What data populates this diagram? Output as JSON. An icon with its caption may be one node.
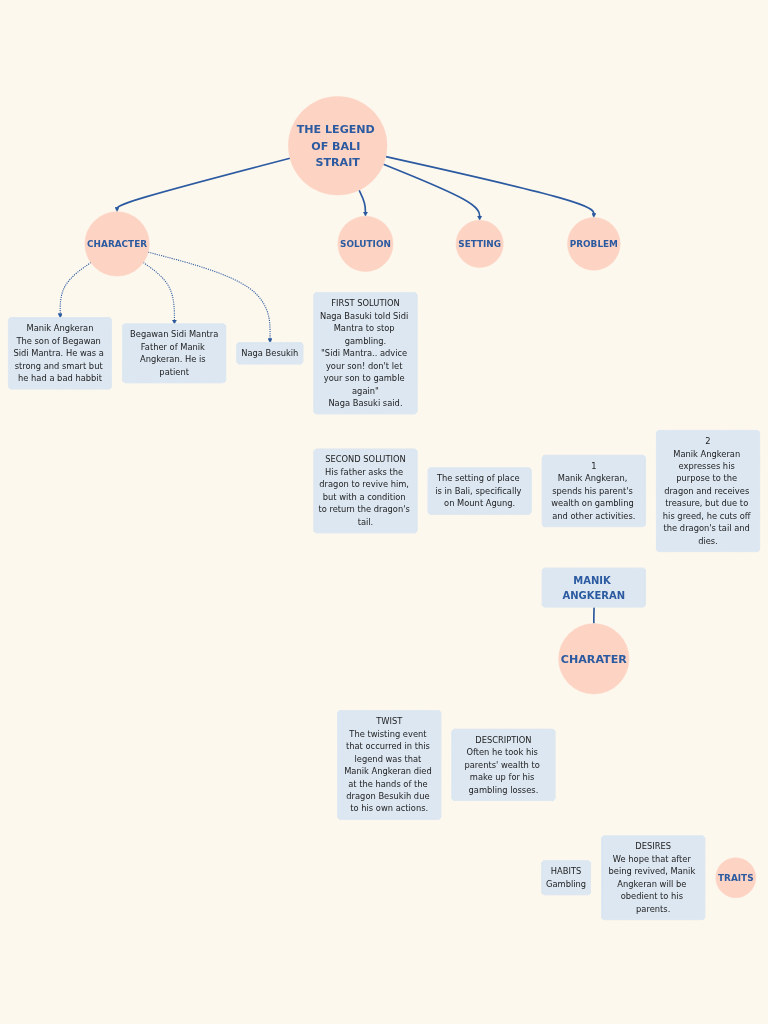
{
  "diagram": {
    "nodes": [
      {
        "text": [
          "THE LEGEND OF BALI STRAIT"
        ]
      },
      {
        "text": [
          "CHARACTER"
        ]
      },
      {
        "text": [
          "SOLUTION"
        ]
      },
      {
        "text": [
          "SETTING"
        ]
      },
      {
        "text": [
          "PROBLEM"
        ]
      },
      {
        "text": [
          "Manik Angkeran",
          "The son of Begawan Sidi Mantra. He was a strong and smart but he had a bad habbit"
        ]
      },
      {
        "text": [
          "Begawan Sidi Mantra",
          "Father of Manik Angkeran. He is patient"
        ]
      },
      {
        "text": [
          "Naga Besukih"
        ]
      },
      {
        "text": [
          "FIRST SOLUTION",
          "Naga Basuki told Sidi Mantra to stop gambling.",
          "\"Sidi Mantra.. advice your son! don't let your son to gamble again\"",
          "Naga Basuki said."
        ]
      },
      {
        "text": [
          "SECOND SOLUTION",
          "His father asks the dragon to revive him, but with a condition to return the dragon's tail."
        ]
      },
      {
        "text": [
          "The setting of place is in Bali, specifically on Mount Agung."
        ]
      },
      {
        "text": [
          "1",
          "Manik Angkeran, spends his parent's wealth on gambling and other activities."
        ]
      },
      {
        "text": [
          "2",
          "Manik Angkeran expresses his purpose to the dragon and receives treasure, but due to his greed, he cuts off the dragon's tail and dies."
        ]
      },
      {
        "text": [
          "MANIK ANGKERAN"
        ]
      },
      {
        "text": [
          "CHARATER"
        ]
      },
      {
        "text": [
          "TWIST",
          "The twisting event that occurred in this legend was that Manik Angkeran died at the hands of the dragon Besukih due to his own actions."
        ]
      },
      {
        "text": [
          "DESCRIPTION",
          "Often he took his parents' wealth to make up for his gambling losses."
        ]
      },
      {
        "text": [
          "HABITS",
          "Gambling"
        ]
      },
      {
        "text": [
          "DESIRES",
          "We hope that after being revived, Manik Angkeran will be obedient to his parents."
        ]
      },
      {
        "text": [
          "TRAITS"
        ]
      }
    ],
    "edges": [
      {
        "from": 0,
        "to": 1,
        "arrow": "to"
      },
      {
        "from": 0,
        "to": 2,
        "arrow": "to"
      },
      {
        "from": 0,
        "to": 3,
        "arrow": "to"
      },
      {
        "from": 0,
        "to": 4,
        "arrow": "to"
      },
      {
        "from": 1,
        "to": 5,
        "arrow": "to",
        "style": "dashed"
      },
      {
        "from": 1,
        "to": 6,
        "arrow": "to",
        "style": "dashed"
      },
      {
        "from": 1,
        "to": 7,
        "arrow": "to",
        "style": "dashed"
      },
      {
        "from": 13,
        "to": 14,
        "arrow": "none"
      }
    ]
  }
}
